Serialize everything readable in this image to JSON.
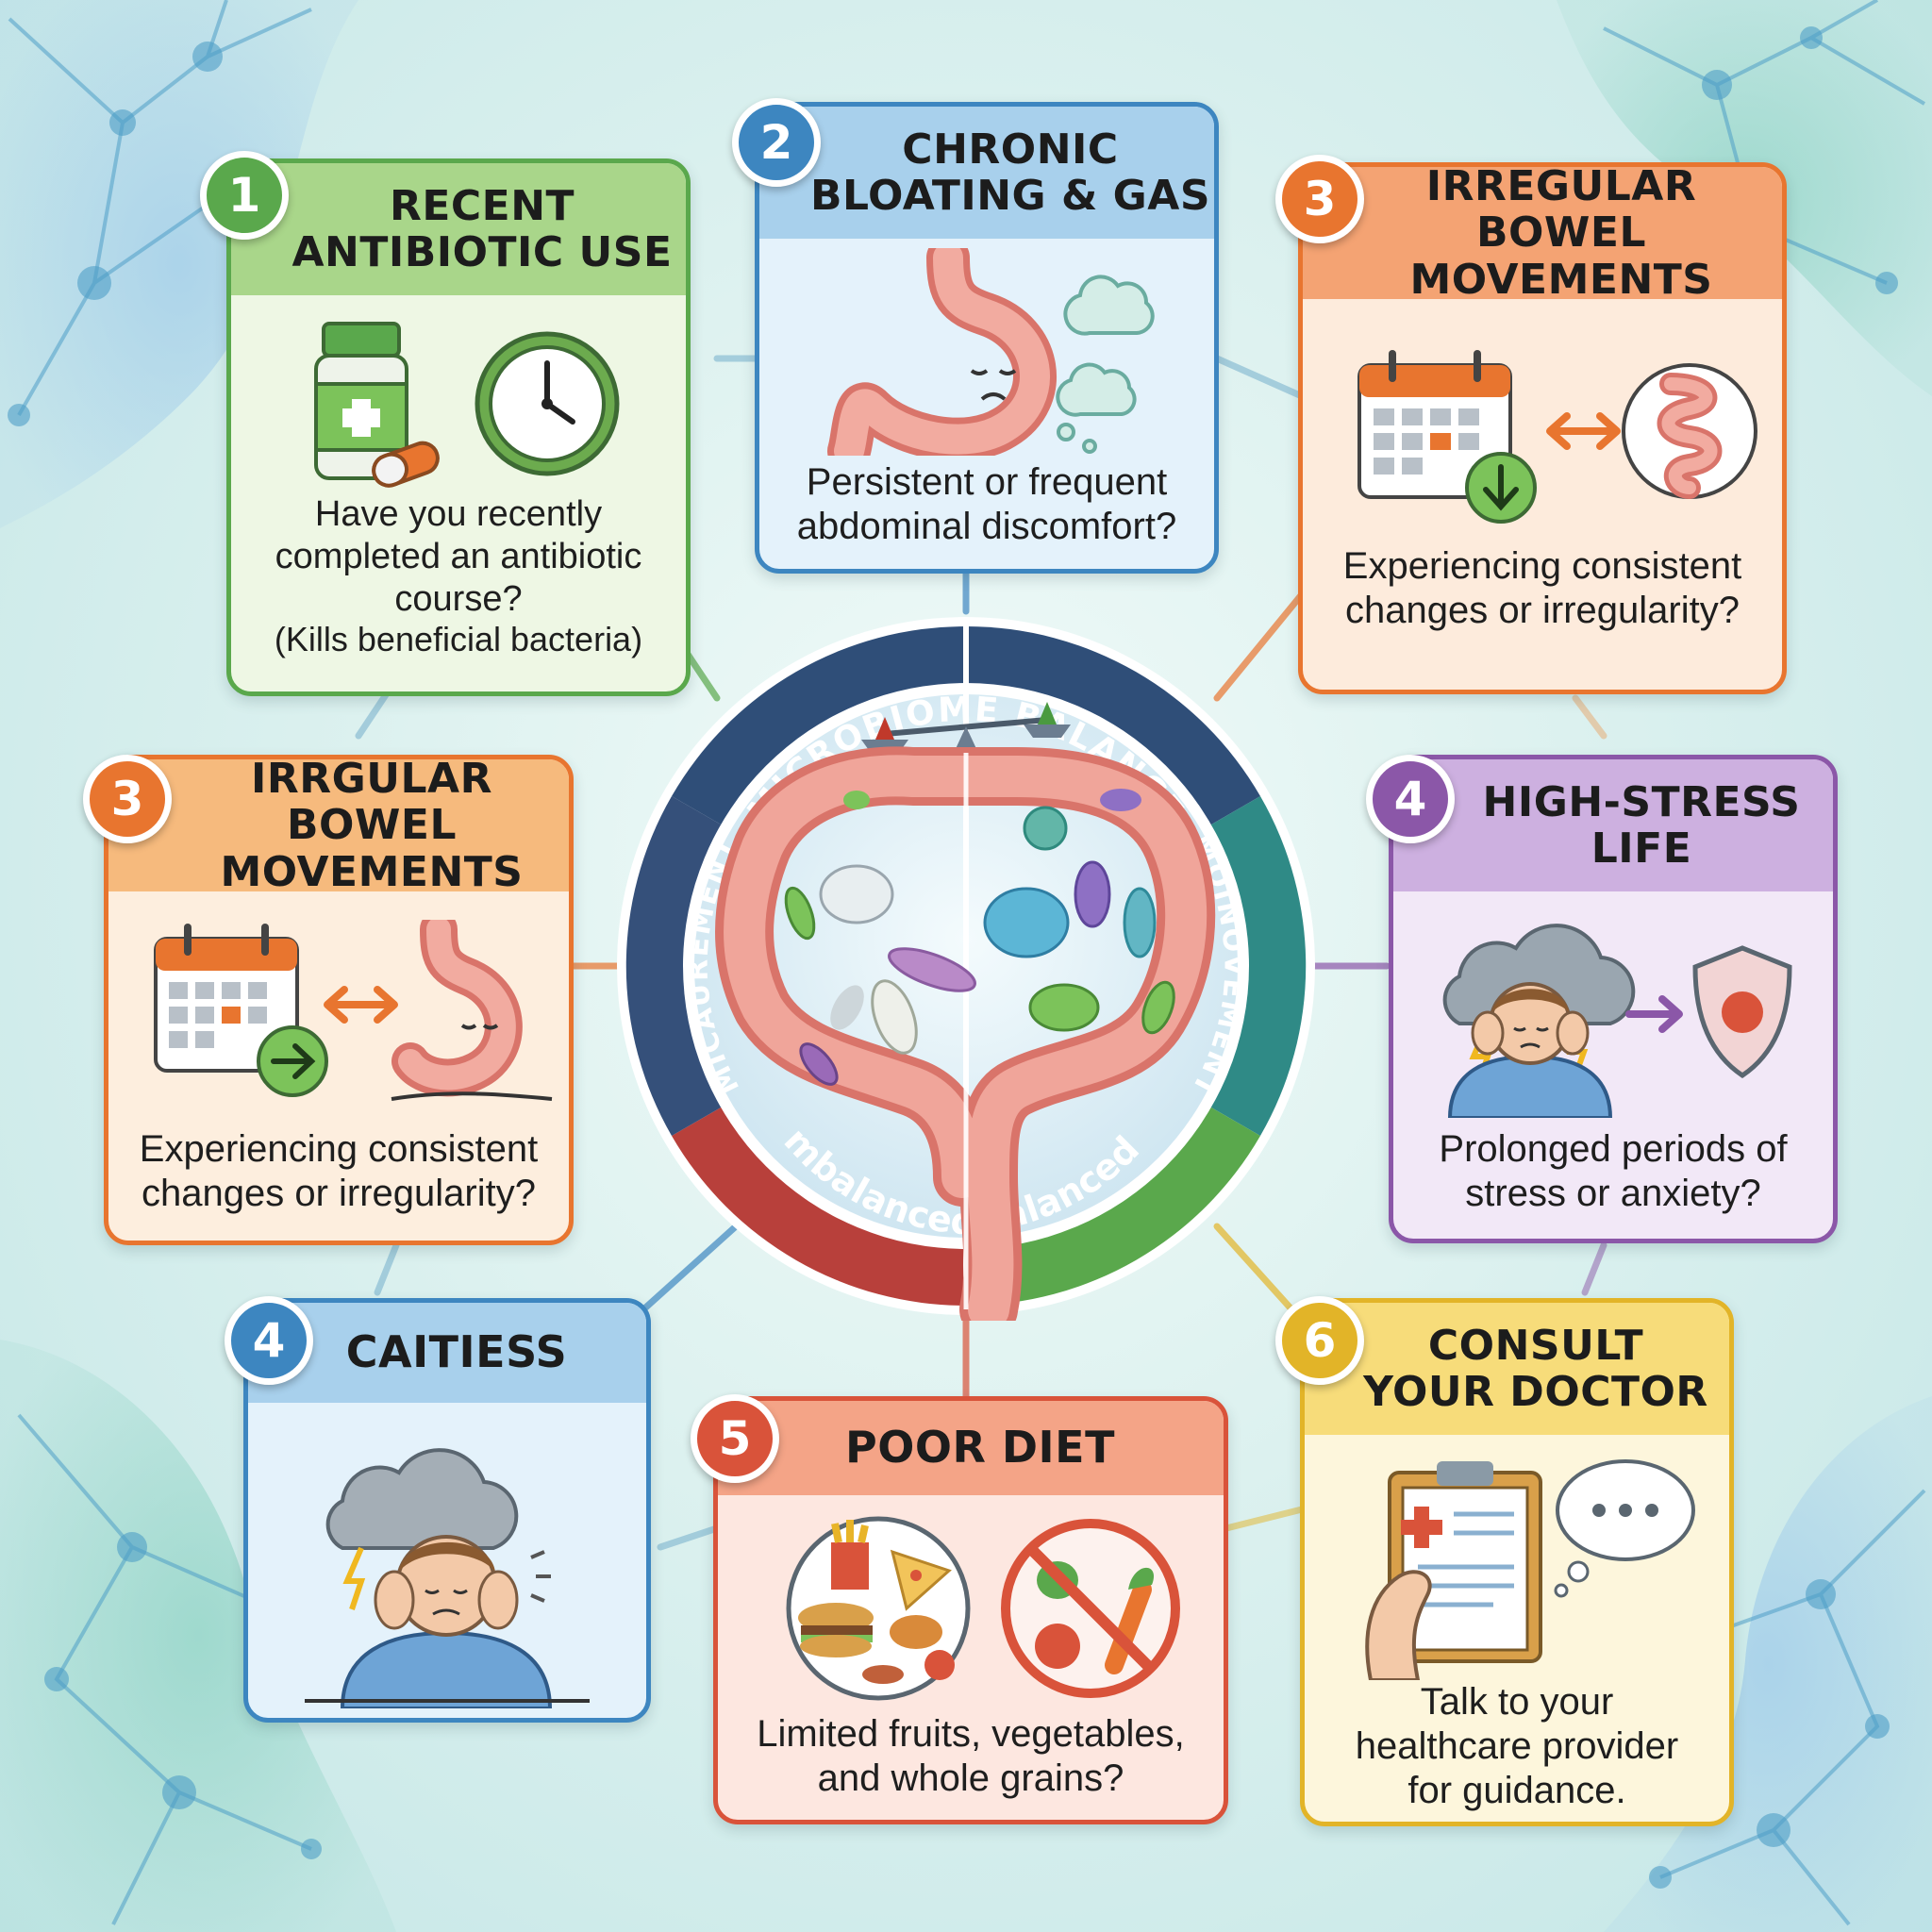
{
  "center": {
    "arc_top": "MICROBIOME BALANCE",
    "arc_left": "MICAUREMENT",
    "arc_right": "MOINOVEMENT",
    "arc_bottom_left": "imbalanced",
    "arc_bottom_right": "balanced"
  },
  "cards": {
    "c1": {
      "badge": "1",
      "title": [
        "RECENT",
        "ANTIBIOTIC USE"
      ],
      "body": [
        "Have you recently",
        "completed an antibiotic",
        "course?",
        "(Kills beneficial bacteria)"
      ]
    },
    "c2": {
      "badge": "2",
      "title": [
        "CHRONIC",
        "BLOATING & GAS"
      ],
      "body": [
        "Persistent or frequent",
        "abdominal discomfort?"
      ]
    },
    "c3a": {
      "badge": "3",
      "title": [
        "IRREGULAR",
        "BOWEL MOVEMENTS"
      ],
      "body": [
        "Experiencing consistent",
        "changes or irregularity?"
      ]
    },
    "c3b": {
      "badge": "3",
      "title": [
        "IRRGULAR BOWEL",
        "MOVEMENTS"
      ],
      "body": [
        "Experiencing consistent",
        "changes or irregularity?"
      ]
    },
    "c4a": {
      "badge": "4",
      "title": [
        "HIGH-STRESS",
        "LIFE"
      ],
      "body": [
        "Prolonged periods of",
        "stress or anxiety?"
      ]
    },
    "c4b": {
      "badge": "4",
      "title": [
        "CAITIESS"
      ],
      "body": []
    },
    "c5": {
      "badge": "5",
      "title": [
        "POOR DIET"
      ],
      "body": [
        "Limited fruits, vegetables,",
        "and whole grains?"
      ]
    },
    "c6": {
      "badge": "6",
      "title": [
        "CONSULT",
        "YOUR DOCTOR"
      ],
      "body": [
        "Talk to your",
        "healthcare provider",
        "for guidance."
      ]
    }
  },
  "colors": {
    "green": "#5aa84c",
    "blue": "#3d86c0",
    "orange": "#e8752f",
    "purple": "#8b57a8",
    "yellow": "#e2b428",
    "red": "#d9533a",
    "dark_navy": "#2f4e78",
    "teal": "#2f8a86"
  }
}
